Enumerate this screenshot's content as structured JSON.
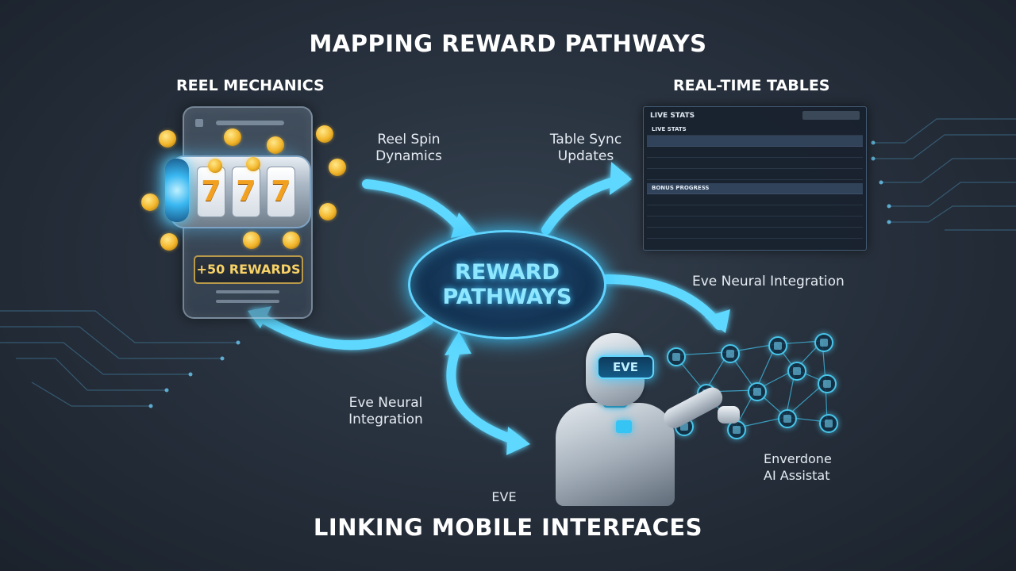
{
  "titles": {
    "main": "MAPPING REWARD PATHWAYS",
    "bottom": "LINKING MOBILE INTERFACES"
  },
  "sections": {
    "reel_mechanics": "REEL MECHANICS",
    "real_time_tables": "REAL-TIME TABLES"
  },
  "hub": {
    "line1": "REWARD",
    "line2": "PATHWAYS"
  },
  "flows": {
    "reel_spin_1": "Reel Spin",
    "reel_spin_2": "Dynamics",
    "table_sync_1": "Table Sync",
    "table_sync_2": "Updates",
    "eve_neural_right": "Eve Neural Integration",
    "eve_neural_left_1": "Eve Neural",
    "eve_neural_left_2": "Integration"
  },
  "phone": {
    "rewards_badge": "+50 REWARDS",
    "reel_symbols": [
      "7",
      "7",
      "7"
    ]
  },
  "table_panel": {
    "title": "LIVE STATS",
    "section_a_header": "LIVE STATS",
    "section_b_header": "BONUS PROGRESS"
  },
  "robot": {
    "visor_text": "EVE",
    "name_label": "EVE"
  },
  "assistant": {
    "line1": "Enverdone",
    "line2": "AI Assistat"
  },
  "colors": {
    "accent_cyan": "#5fd4ff",
    "coin_gold": "#f2b52a",
    "rewards_text": "#f7d267",
    "trend_up": "#4ed27a"
  }
}
